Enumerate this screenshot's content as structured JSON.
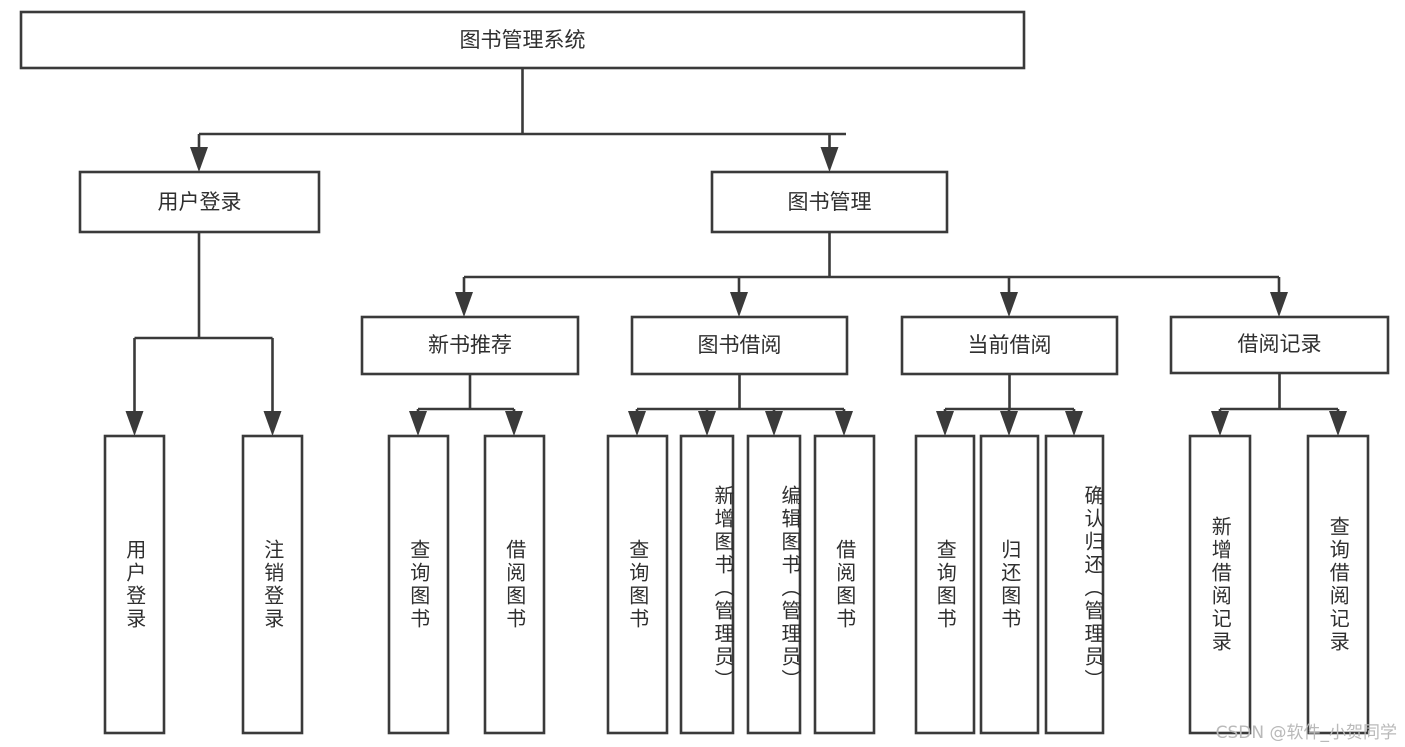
{
  "diagram": {
    "title": "图书管理系统",
    "type": "tree-hierarchy",
    "root": {
      "id": "root",
      "label": "图书管理系统"
    },
    "level1": [
      {
        "id": "user-login",
        "label": "用户登录"
      },
      {
        "id": "book-manage",
        "label": "图书管理"
      }
    ],
    "level2": [
      {
        "id": "new-book-rec",
        "label": "新书推荐",
        "parent": "book-manage"
      },
      {
        "id": "book-borrow",
        "label": "图书借阅",
        "parent": "book-manage"
      },
      {
        "id": "current-borrow",
        "label": "当前借阅",
        "parent": "book-manage"
      },
      {
        "id": "borrow-record",
        "label": "借阅记录",
        "parent": "book-manage"
      }
    ],
    "leaves": [
      {
        "id": "leaf-user-login",
        "label": "用户登录",
        "parent": "user-login"
      },
      {
        "id": "leaf-user-logout",
        "label": "注销登录",
        "parent": "user-login"
      },
      {
        "id": "leaf-rec-query",
        "label": "查询图书",
        "parent": "new-book-rec"
      },
      {
        "id": "leaf-rec-borrow",
        "label": "借阅图书",
        "parent": "new-book-rec"
      },
      {
        "id": "leaf-borrow-query",
        "label": "查询图书",
        "parent": "book-borrow"
      },
      {
        "id": "leaf-borrow-add",
        "label": "新增图书（管理员）",
        "parent": "book-borrow"
      },
      {
        "id": "leaf-borrow-edit",
        "label": "编辑图书（管理员）",
        "parent": "book-borrow"
      },
      {
        "id": "leaf-borrow-lend",
        "label": "借阅图书",
        "parent": "book-borrow"
      },
      {
        "id": "leaf-cur-query",
        "label": "查询图书",
        "parent": "current-borrow"
      },
      {
        "id": "leaf-cur-return",
        "label": "归还图书",
        "parent": "current-borrow"
      },
      {
        "id": "leaf-cur-confirm",
        "label": "确认归还（管理员）",
        "parent": "current-borrow"
      },
      {
        "id": "leaf-rec-add",
        "label": "新增借阅记录",
        "parent": "borrow-record"
      },
      {
        "id": "leaf-rec-query2",
        "label": "查询借阅记录",
        "parent": "borrow-record"
      }
    ],
    "watermark": "CSDN @软件_小贺同学",
    "colors": {
      "stroke": "#3a3a3a",
      "fill": "#ffffff",
      "text": "#2f2f2f",
      "watermark": "#b9b9b9"
    }
  }
}
